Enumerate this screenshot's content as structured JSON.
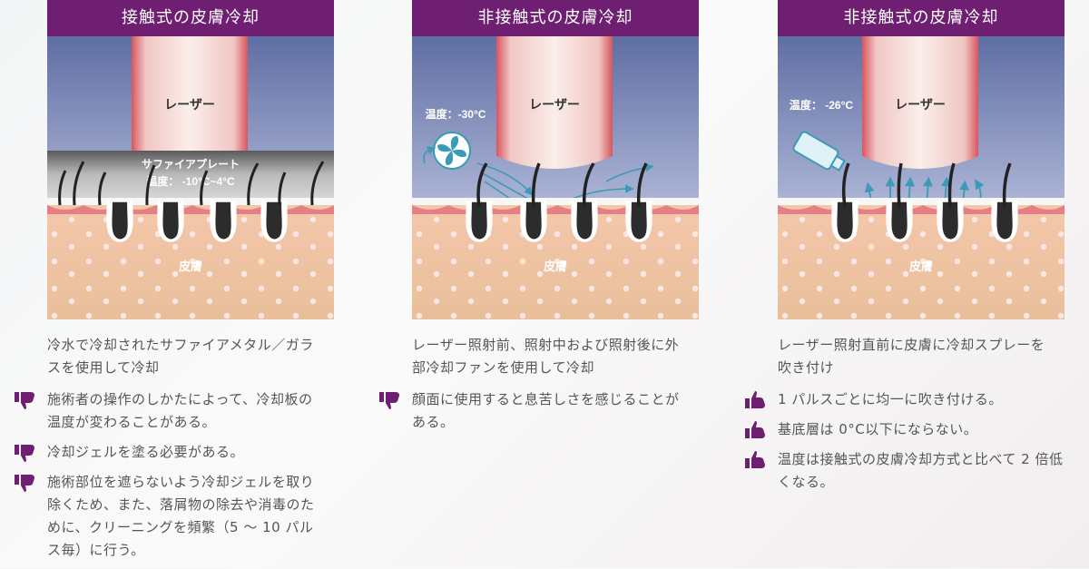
{
  "colors": {
    "header": "#6f1f71",
    "thumb": "#6f1f71",
    "skin": "#e8c4a0"
  },
  "panels": [
    {
      "title": "接触式の皮膚冷却",
      "laser_label": "レーザー",
      "plate_label": "サファイアプレート",
      "temp_label": "温度： -10°C~4°C",
      "skin_label": "皮膚",
      "description": "冷水で冷却されたサファイアメタル／ガラスを使用して冷却",
      "points": [
        {
          "icon": "thumbs-down-icon",
          "text": "施術者の操作のしかたによって、冷却板の温度が変わることがある。"
        },
        {
          "icon": "thumbs-down-icon",
          "text": "冷却ジェルを塗る必要がある。"
        },
        {
          "icon": "thumbs-down-icon",
          "text": "施術部位を遮らないよう冷却ジェルを取り除くため、また、落屑物の除去や消毒のために、クリーニングを頻繁（5 ～ 10 パルス毎）に行う。"
        }
      ]
    },
    {
      "title": "非接触式の皮膚冷却",
      "laser_label": "レーザー",
      "temp_label": "温度：-30°C",
      "skin_label": "皮膚",
      "description": "レーザー照射前、照射中および照射後に外部冷却ファンを使用して冷却",
      "points": [
        {
          "icon": "thumbs-down-icon",
          "text": "顔面に使用すると息苦しさを感じることがある。"
        }
      ]
    },
    {
      "title": "非接触式の皮膚冷却",
      "laser_label": "レーザー",
      "temp_label": "温度： -26°C",
      "skin_label": "皮膚",
      "description": "レーザー照射直前に皮膚に冷却スプレーを吹き付け",
      "points": [
        {
          "icon": "thumbs-up-icon",
          "text": "1 パルスごとに均一に吹き付ける。"
        },
        {
          "icon": "thumbs-up-icon",
          "text": "基底層は 0°C以下にならない。"
        },
        {
          "icon": "thumbs-up-icon",
          "text": "温度は接触式の皮膚冷却方式と比べて 2 倍低くなる。"
        }
      ]
    }
  ]
}
